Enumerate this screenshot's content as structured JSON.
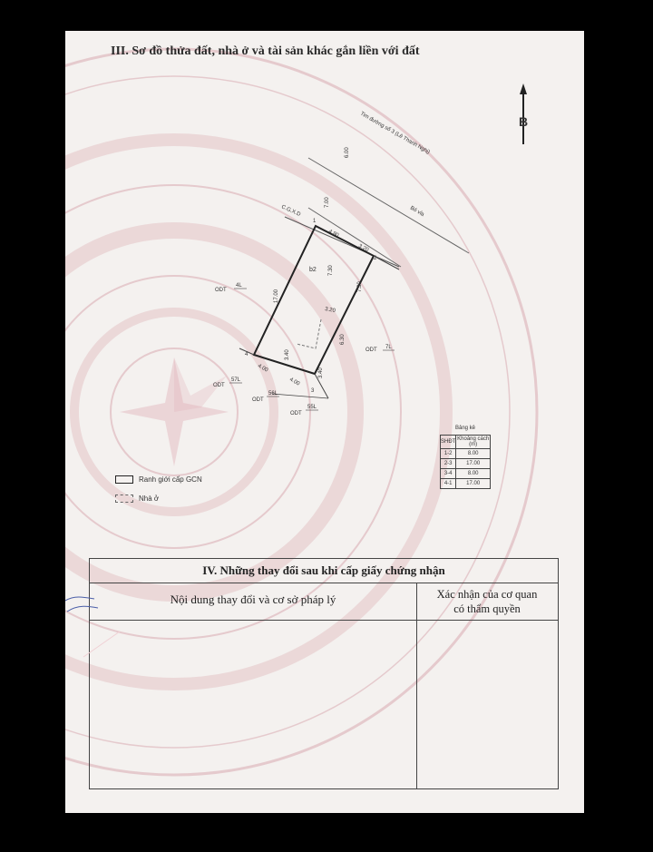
{
  "section3": {
    "title": "III. Sơ đồ thửa đất, nhà ở và tài sản khác gắn liền với đất"
  },
  "north": {
    "label": "B"
  },
  "road": {
    "name": "Tim đường số 3 (Lê Thanh Nghị)",
    "setback": "6.00",
    "edge": "Bó vỉa",
    "offset": "7.00",
    "cgxd": "C.G.X.D"
  },
  "plot": {
    "id": "b2",
    "vertices": [
      "1",
      "2",
      "3",
      "4"
    ],
    "dims": {
      "top": "4.80",
      "top_right": "3.20",
      "right_upper": "7.30",
      "right_mid": "7.30",
      "right_lower": "6.30",
      "right_small": "3.40",
      "left": "17.00",
      "inner_w": "3.20",
      "inner_h": "3.40",
      "bottom_left": "4.00",
      "bottom_mid": "4.00"
    }
  },
  "neighbors": {
    "west": {
      "use": "ODT",
      "id": "4L"
    },
    "east": {
      "use": "ODT",
      "id": "7L"
    },
    "sw": {
      "use": "ODT",
      "id": "57L"
    },
    "s": {
      "use": "ODT",
      "id": "56L"
    },
    "se": {
      "use": "ODT",
      "id": "55L"
    }
  },
  "legend": {
    "boundary": "Ranh giới cấp GCN",
    "house": "Nhà ở"
  },
  "distance_table": {
    "caption": "Bảng kê",
    "headers": [
      "SHĐT",
      "Khoảng cách (m)"
    ],
    "rows": [
      {
        "seg": "1-2",
        "dist": "8.00"
      },
      {
        "seg": "2-3",
        "dist": "17.00"
      },
      {
        "seg": "3-4",
        "dist": "8.00"
      },
      {
        "seg": "4-1",
        "dist": "17.00"
      }
    ]
  },
  "section4": {
    "title": "IV. Những thay đổi sau khi cấp giấy chứng nhận",
    "col1": "Nội dung thay đổi và cơ sở pháp lý",
    "col2_line1": "Xác nhận của cơ quan",
    "col2_line2": "có thẩm quyền"
  }
}
